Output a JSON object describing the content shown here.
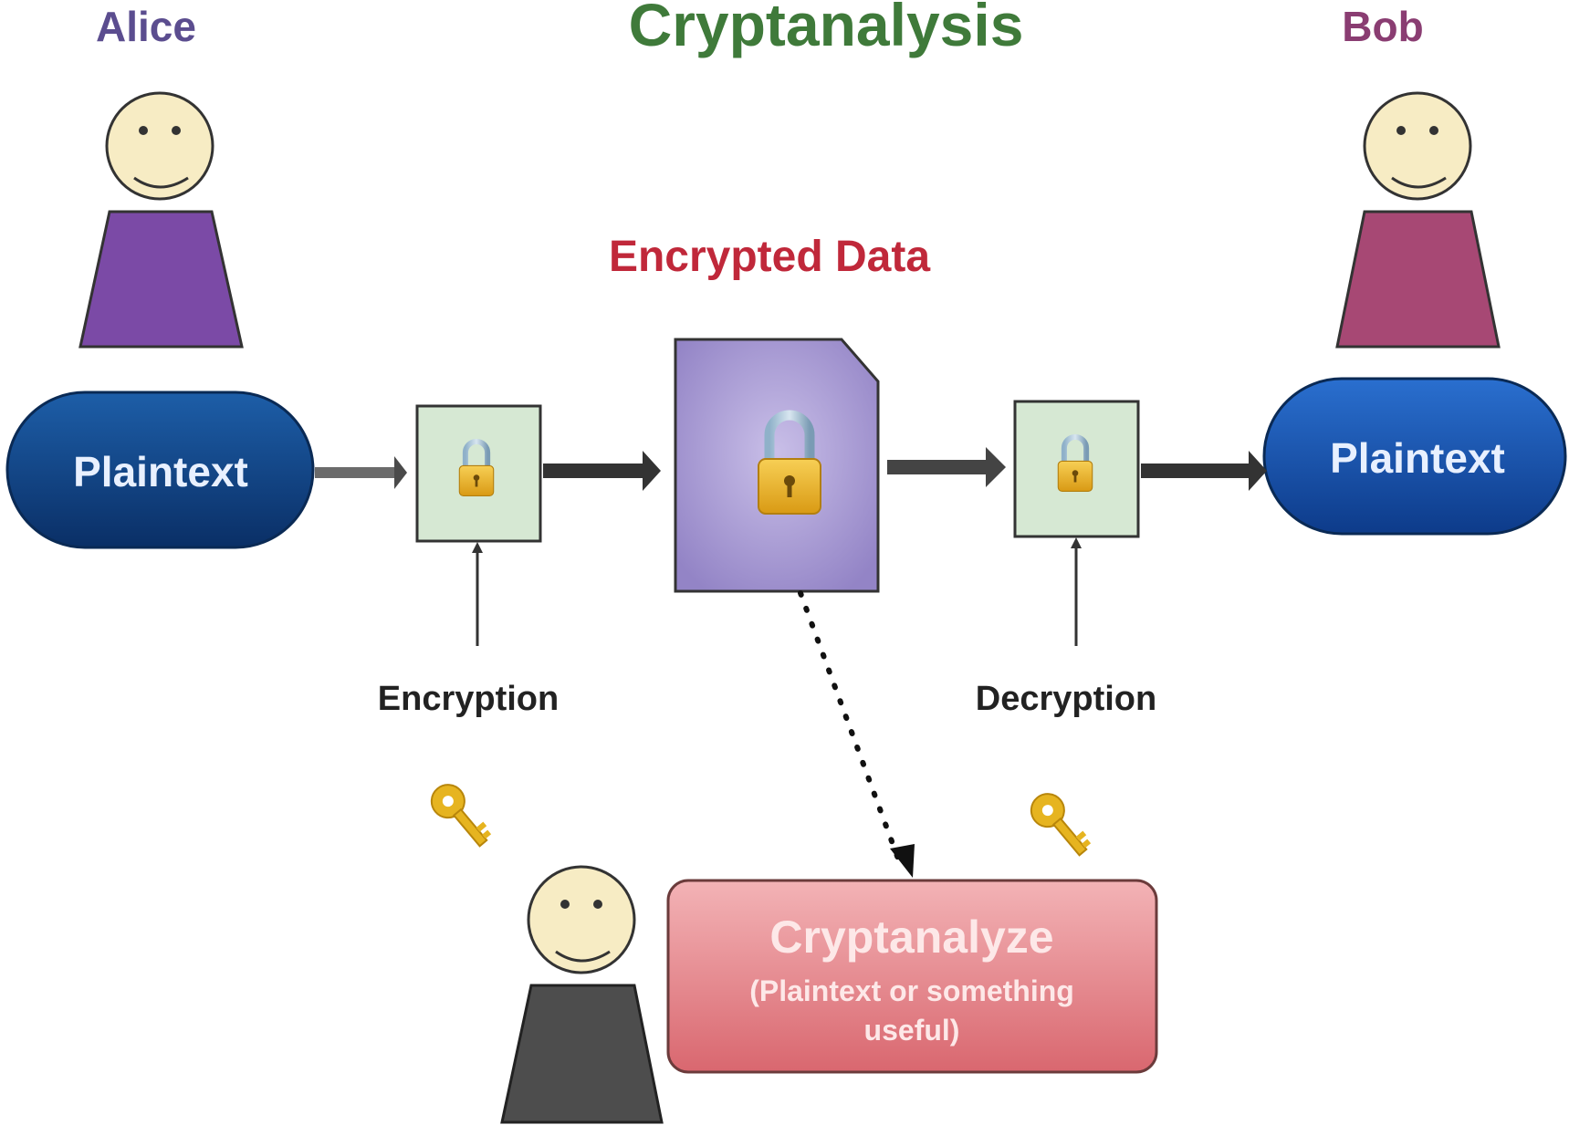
{
  "title": "Cryptanalysis",
  "colors": {
    "title": "#3f7a3a",
    "alice_name": "#5b4d8f",
    "bob_name": "#8a3d72",
    "encrypted_label": "#c0283a",
    "alice_body": "#7b4aa6",
    "bob_body": "#a74874",
    "attacker_body": "#4d4d4d",
    "face": "#f7ecc4",
    "plaintext_node": "#0f3f80",
    "cipher_box": "#d6e8d3",
    "encrypted_doc": "#a99bd0",
    "cryptanalyze_box": "#e48a90",
    "lock": "#e6b02a",
    "key": "#e6b420",
    "arrow": "#404040"
  },
  "alice": {
    "name": "Alice",
    "icon": "person-smiley-icon"
  },
  "bob": {
    "name": "Bob",
    "icon": "person-smiley-icon"
  },
  "attacker": {
    "icon": "person-smiley-icon"
  },
  "plaintext_left": {
    "label": "Plaintext"
  },
  "plaintext_right": {
    "label": "Plaintext"
  },
  "encrypted_data": {
    "label": "Encrypted Data",
    "icon": "padlock-icon"
  },
  "encryption": {
    "label": "Encryption",
    "icon": "padlock-icon",
    "key_icon": "key-icon"
  },
  "decryption": {
    "label": "Decryption",
    "icon": "padlock-icon",
    "key_icon": "key-icon"
  },
  "cryptanalyze": {
    "title": "Cryptanalyze",
    "subtitle_line1": "(Plaintext or something",
    "subtitle_line2": "useful)"
  }
}
